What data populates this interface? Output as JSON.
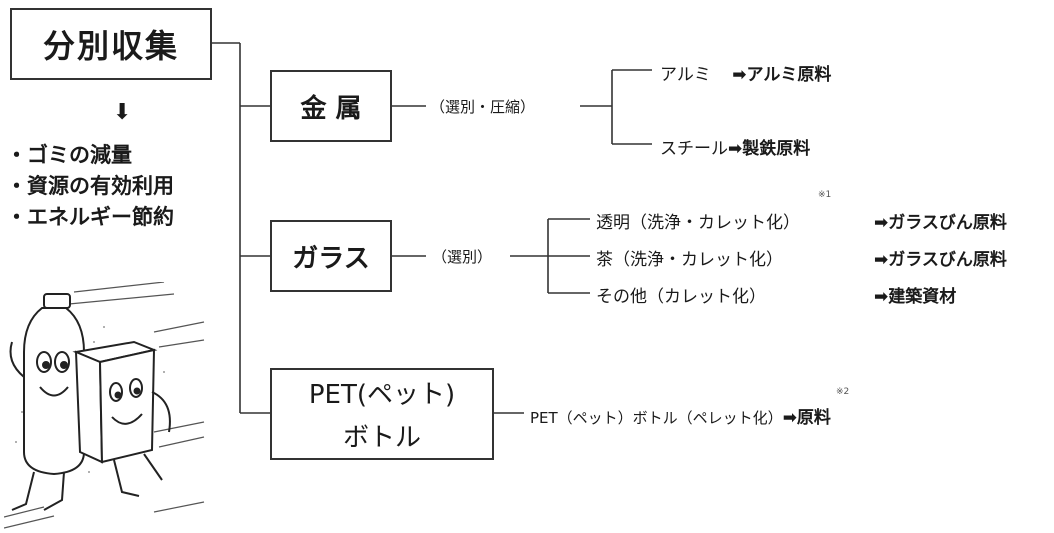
{
  "title": "分別収集",
  "arrow_glyph": "⬇",
  "benefits": [
    "・ゴミの減量",
    "・資源の有効利用",
    "・エネルギー節約"
  ],
  "metal": {
    "label": "金 属",
    "process": "（選別・圧縮）",
    "outputs": [
      {
        "item": "アルミ",
        "product": "➡アルミ原料"
      },
      {
        "item": "スチール",
        "product": "➡製鉄原料"
      }
    ]
  },
  "glass": {
    "label": "ガラス",
    "process": "（選別）",
    "outputs": [
      {
        "item": "透明（洗浄・カレット化）",
        "product": "➡ガラスびん原料",
        "note": "※1"
      },
      {
        "item": "茶（洗浄・カレット化）",
        "product": "➡ガラスびん原料"
      },
      {
        "item": "その他（カレット化）",
        "product": "➡建築資材"
      }
    ]
  },
  "pet": {
    "label_line1": "PET(ペット)",
    "label_line2": "ボトル",
    "output": {
      "item": "PET（ペット）ボトル（ペレット化）",
      "product": "➡原料",
      "note": "※2"
    }
  },
  "icons": [
    "down-arrow-icon",
    "pet-bottle-mascot-icon",
    "carton-mascot-icon"
  ]
}
